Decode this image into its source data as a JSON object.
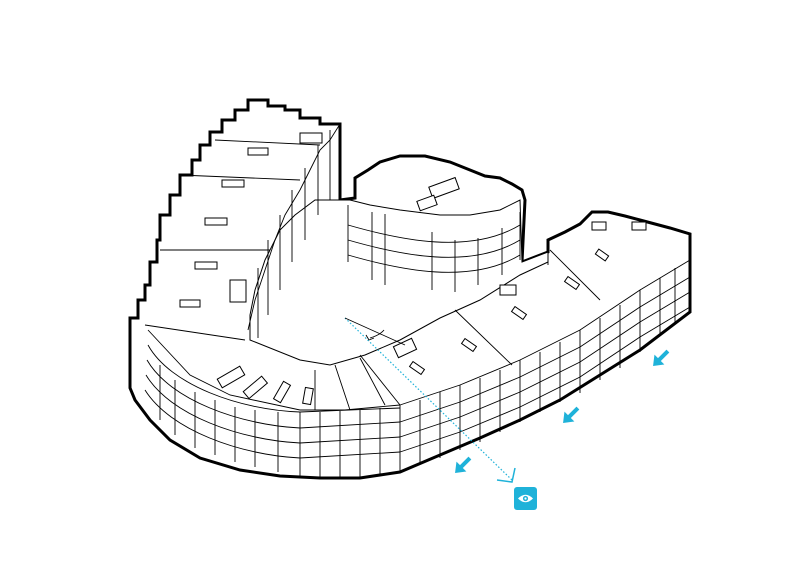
{
  "diagram": {
    "type": "axonometric-building-view",
    "accent_color": "#1fb2d9",
    "line_color": "#000000",
    "icons": [
      "view-direction-arrow",
      "view-direction-arrow",
      "view-direction-arrow",
      "eye-icon"
    ]
  }
}
